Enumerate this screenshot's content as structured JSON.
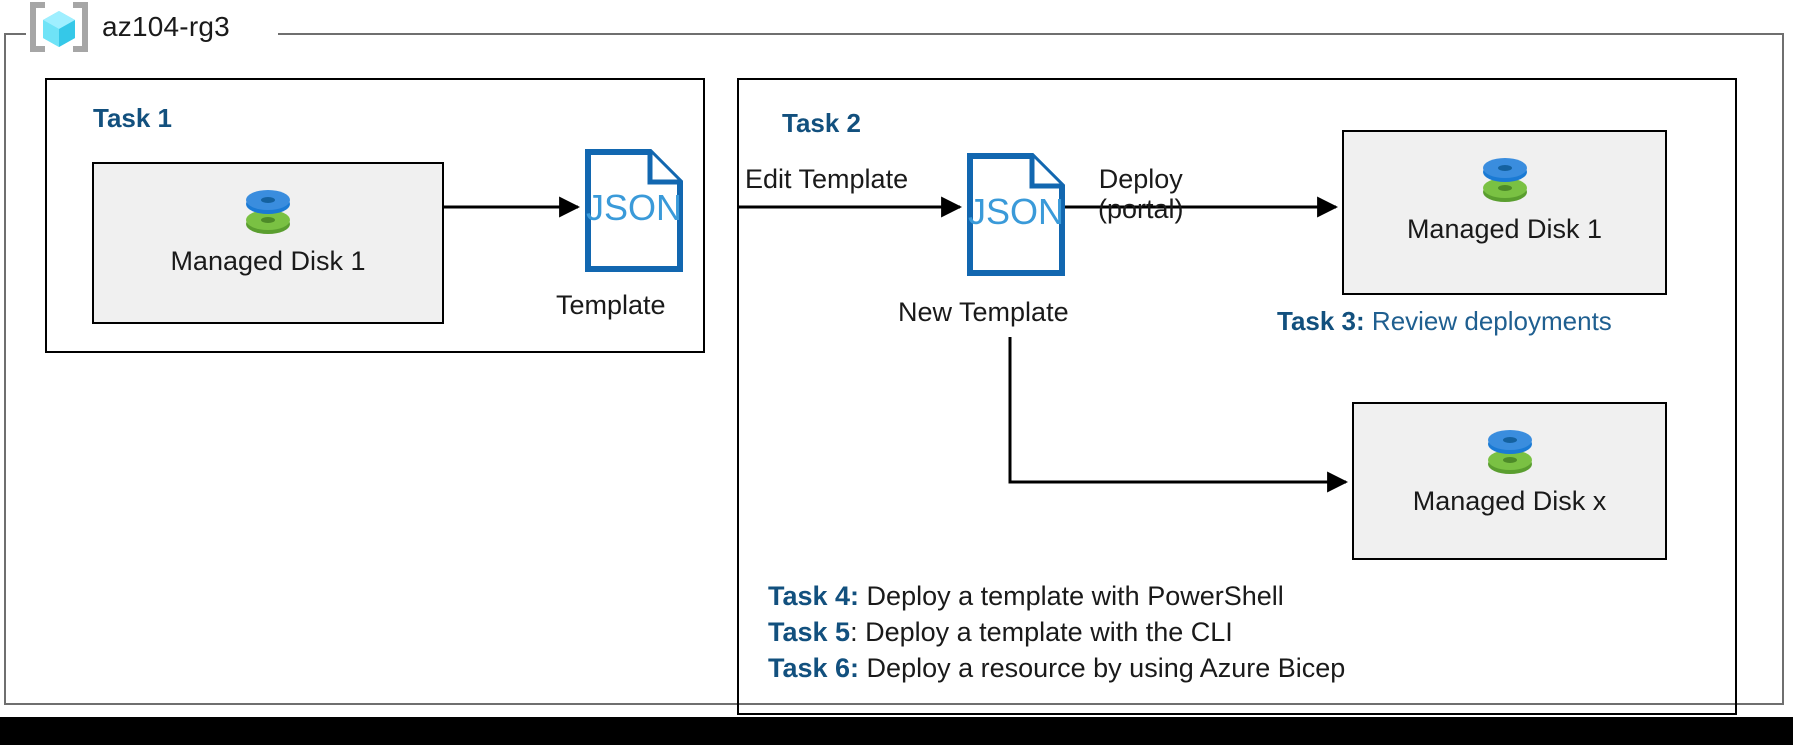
{
  "resource_group": {
    "name": "az104-rg3",
    "icon": "resource-group-cube-icon",
    "icon_color": "#3fd0f0"
  },
  "colors": {
    "accent_blue": "#12507e",
    "link_blue": "#1f5f90",
    "json_outline": "#1267b0",
    "json_text": "#3a9ad9",
    "box_fill": "#f0f0f0",
    "frame_gray": "#6f6f6f",
    "disk_blue": "#3a8dde",
    "disk_green": "#7ac143"
  },
  "task1": {
    "heading": "Task 1",
    "resource": {
      "label": "Managed Disk 1",
      "icon": "managed-disk-icon"
    },
    "template": {
      "doc_text": "JSON",
      "caption": "Template",
      "icon": "json-document-icon"
    },
    "arrow": "disk-to-template-arrow"
  },
  "task2": {
    "heading": "Task 2",
    "edit_label": "Edit Template",
    "new_template": {
      "doc_text": "JSON",
      "caption": "New Template",
      "icon": "json-document-icon"
    },
    "deploy_label_line1": "Deploy",
    "deploy_label_line2": "(portal)",
    "output_top": {
      "label": "Managed Disk 1",
      "icon": "managed-disk-icon"
    },
    "output_bottom": {
      "label": "Managed Disk x",
      "icon": "managed-disk-icon"
    }
  },
  "task3": {
    "prefix": "Task 3:",
    "text": " Review deployments"
  },
  "task_list": [
    {
      "prefix": "Task 4:",
      "text": " Deploy a template with PowerShell"
    },
    {
      "prefix": "Task 5",
      "suffix": ":",
      "text": " Deploy a template with the CLI"
    },
    {
      "prefix": "Task 6:",
      "text": " Deploy a resource by using Azure Bicep"
    }
  ]
}
